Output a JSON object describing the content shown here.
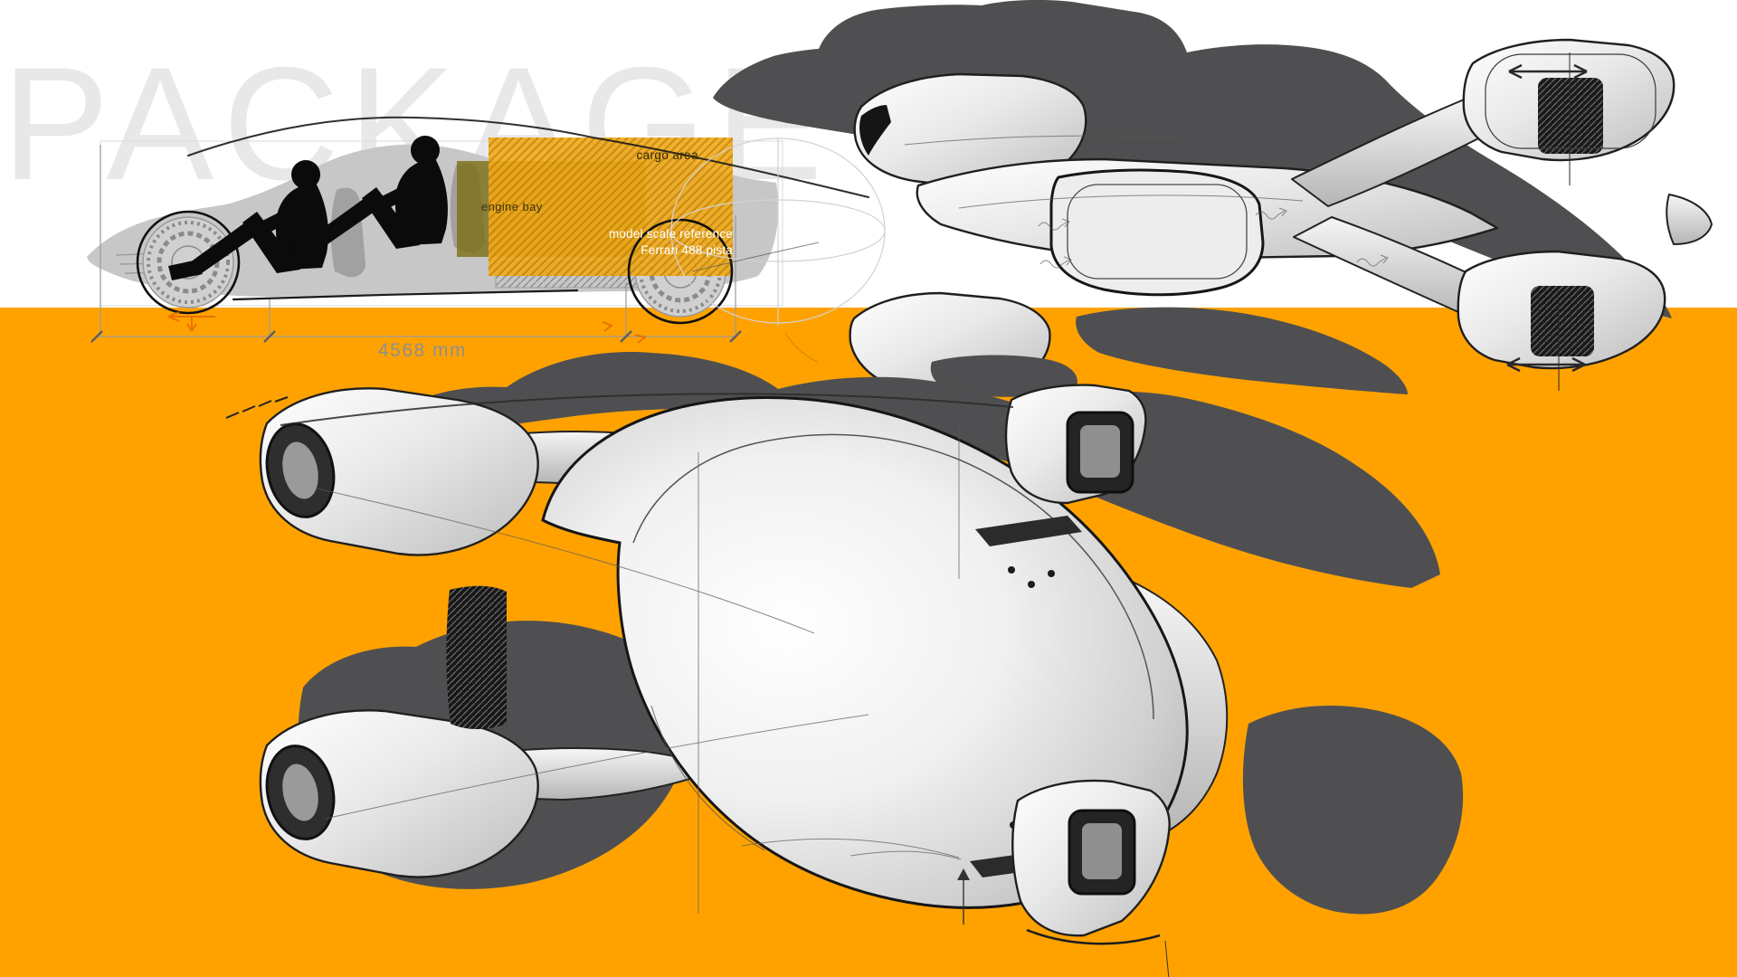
{
  "watermark": {
    "text": "PACKAGE"
  },
  "side_view": {
    "cargo_area_label": "cargo area",
    "engine_bay_label": "engine bay",
    "scale_reference_line1": "model scale reference",
    "scale_reference_line2": "Ferrari 488 pista",
    "overall_length_label": "4568 mm",
    "occupant_count": 2
  },
  "colors": {
    "canvas_white": "#ffffff",
    "canvas_orange": "#ffa200",
    "watermark_gray": "#e8e8e8",
    "cargo_fill": "#f1a817",
    "cargo_hatch": "#a96f00",
    "engine_fill": "#7d6e14",
    "shadow_gray": "#4f4f51",
    "ink": "#1a1a1a",
    "silhouette_gray": "#c7c7c7",
    "dimension_gray": "#8f8f8f",
    "accent_arrow": "#e86900",
    "label_dark": "#33290b",
    "label_white": "#ffffff"
  }
}
